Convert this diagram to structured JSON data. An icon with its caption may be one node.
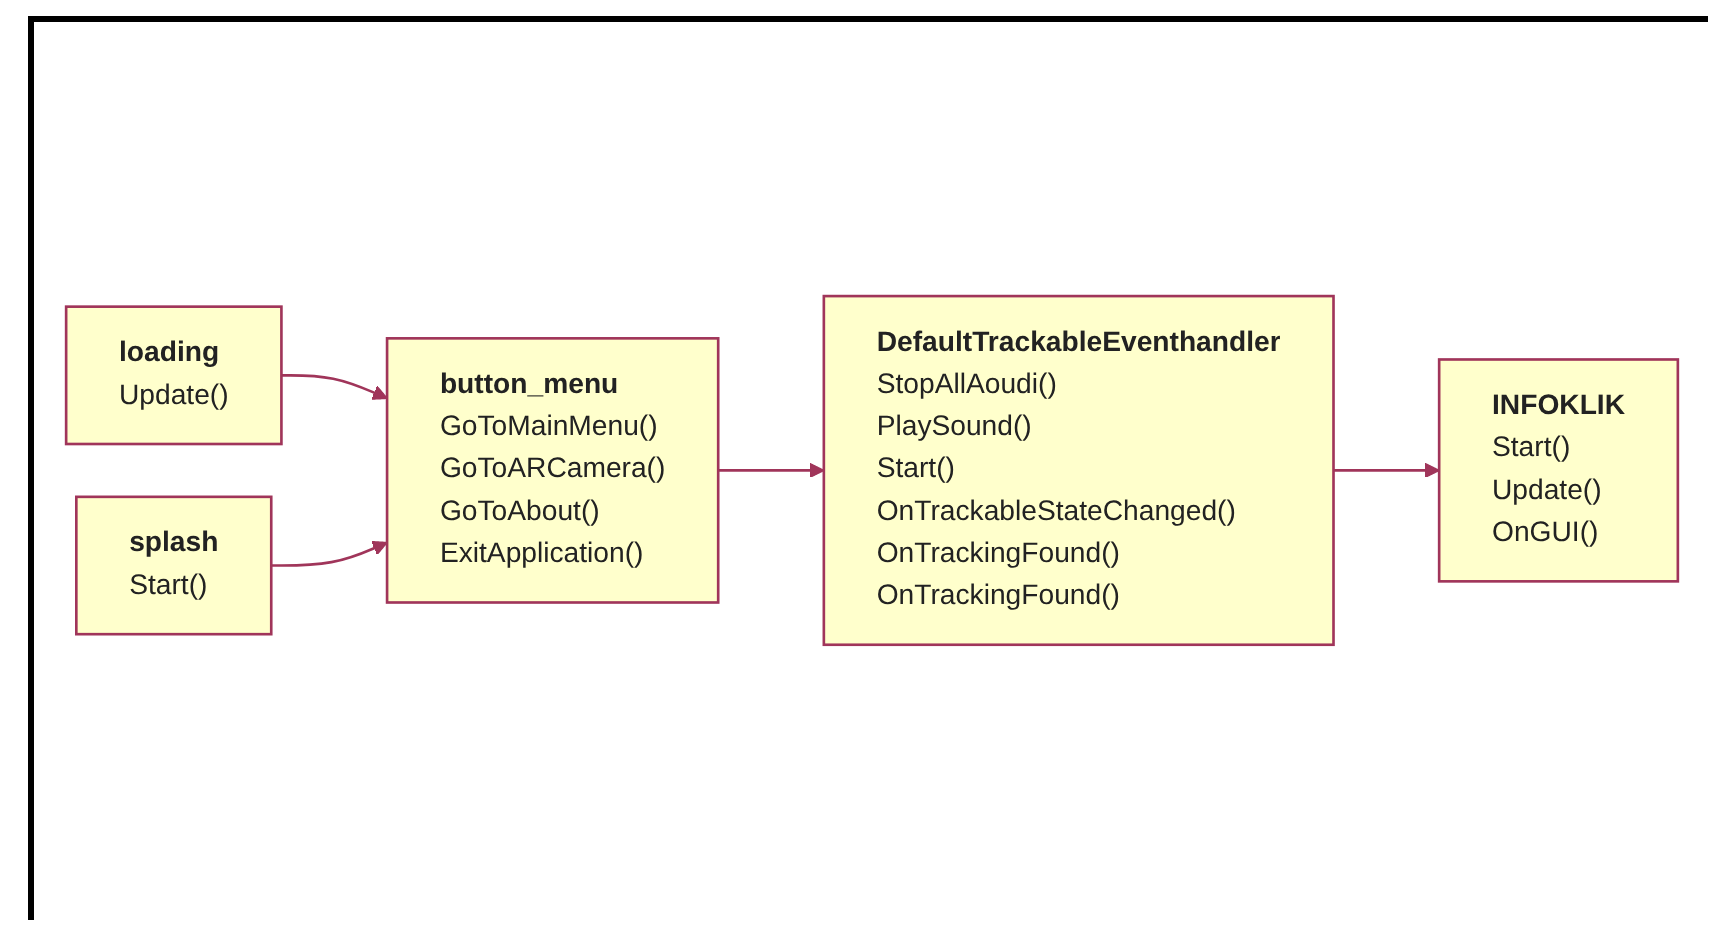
{
  "diagram": {
    "nodes": [
      {
        "text": [
          "loading",
          "Update()"
        ]
      },
      {
        "text": [
          "splash",
          "Start()"
        ]
      },
      {
        "text": [
          "button_menu",
          "GoToMainMenu()",
          "GoToARCamera()",
          "GoToAbout()",
          "ExitApplication()"
        ]
      },
      {
        "text": [
          "DefaultTrackableEventhandler",
          "StopAllAoudi()",
          "PlaySound()",
          "Start()",
          "OnTrackableStateChanged()",
          "OnTrackingFound()",
          "OnTrackingFound()"
        ]
      },
      {
        "text": [
          "INFOKLIK",
          "Start()",
          "Update()",
          "OnGUI()"
        ]
      }
    ],
    "edges": [
      {
        "from": 0,
        "to": 2,
        "arrow": "to"
      },
      {
        "from": 1,
        "to": 2,
        "arrow": "to"
      },
      {
        "from": 2,
        "to": 3,
        "arrow": "to"
      },
      {
        "from": 3,
        "to": 4,
        "arrow": "to"
      }
    ]
  }
}
